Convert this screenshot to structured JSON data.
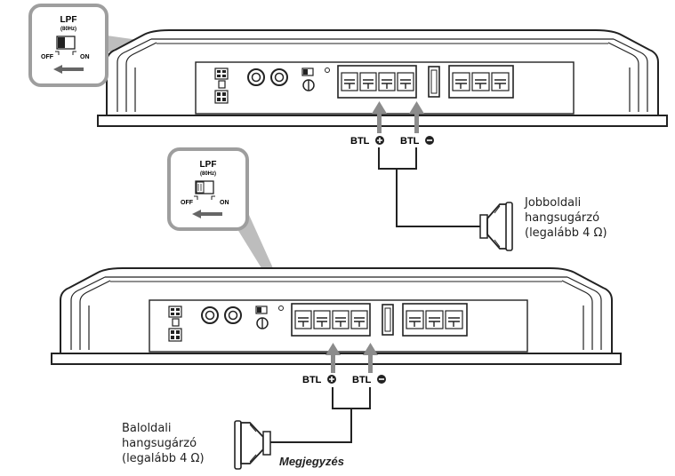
{
  "lpf_callout_top": {
    "title": "LPF",
    "subtitle": "(80Hz)",
    "off_label": "OFF",
    "on_label": "ON"
  },
  "lpf_callout_bottom": {
    "title": "LPF",
    "subtitle": "(80Hz)",
    "off_label": "OFF",
    "on_label": "ON"
  },
  "amp_top": {
    "btl_plus": "BTL",
    "btl_minus": "BTL"
  },
  "amp_bottom": {
    "btl_plus": "BTL",
    "btl_minus": "BTL"
  },
  "right_speaker": {
    "line1": "Jobboldali",
    "line2": "hangsugárzó",
    "line3": "(legalább 4 Ω)"
  },
  "left_speaker": {
    "line1": "Baloldali",
    "line2": "hangsugárzó",
    "line3": "(legalább 4 Ω)"
  },
  "note_heading": "Megjegyzés",
  "colors": {
    "line": "#222222",
    "arrow": "#8c8c8c",
    "callout_fill": "#bdbdbd"
  }
}
